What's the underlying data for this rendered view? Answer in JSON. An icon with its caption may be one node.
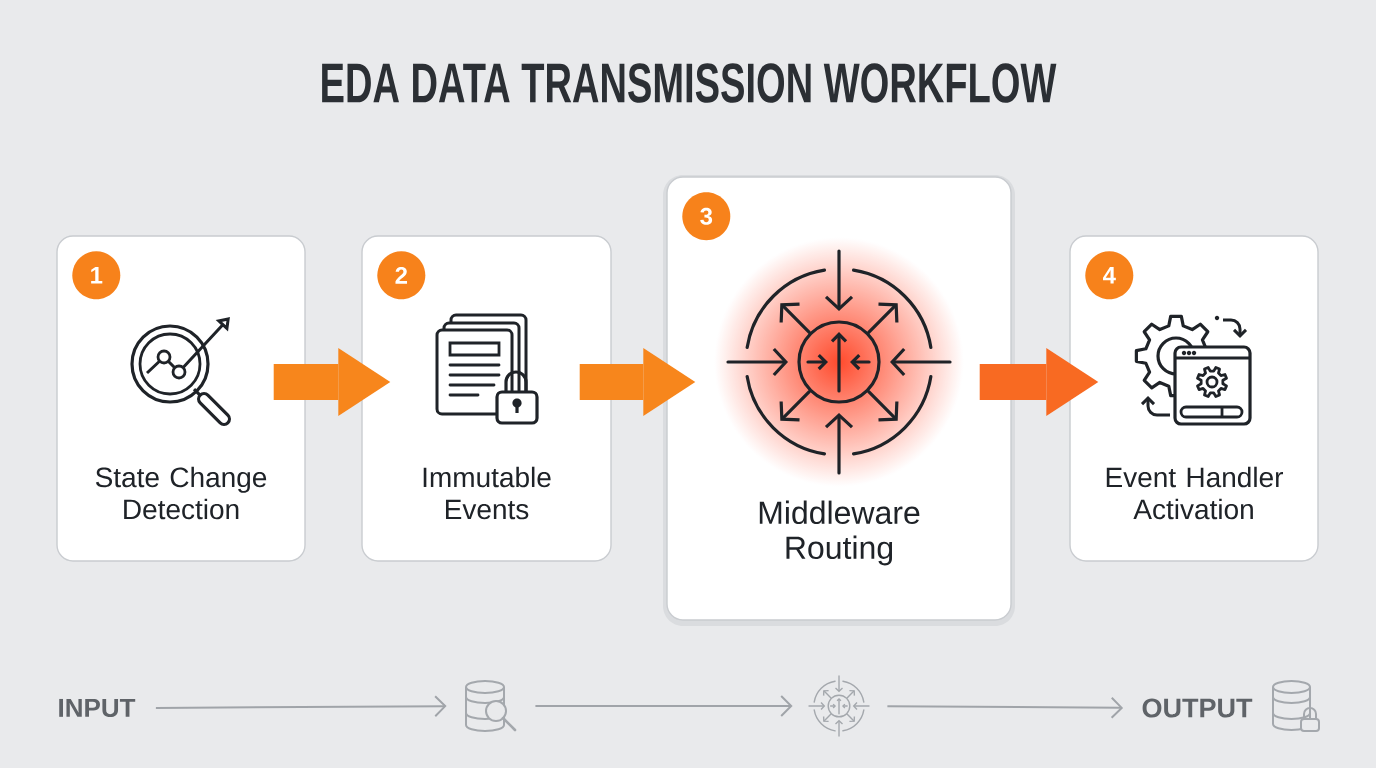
{
  "diagram": {
    "title": "EDA DATA TRANSMISSION WORKFLOW",
    "nodes": [
      {
        "text": [
          "State Change Detection"
        ]
      },
      {
        "text": [
          "1"
        ],
        "in": 0
      },
      {
        "text": [
          "Immutable Events"
        ]
      },
      {
        "text": [
          "2"
        ],
        "in": 2
      },
      {
        "text": [
          "Middleware Routing"
        ]
      },
      {
        "text": [
          "3"
        ],
        "in": 4
      },
      {
        "text": [
          "Event Handler Activation"
        ]
      },
      {
        "text": [
          "4"
        ],
        "in": 6
      },
      {
        "text": [
          "INPUT"
        ]
      },
      {
        "text": [],
        "shape": "picture"
      },
      {
        "text": [],
        "shape": "picture"
      },
      {
        "text": [
          "OUTPUT"
        ]
      },
      {
        "text": [],
        "shape": "picture"
      }
    ],
    "edges": [
      {
        "from": 0,
        "to": 2,
        "arrow": "to",
        "style": "thick",
        "color": "#f7861c"
      },
      {
        "from": 2,
        "to": 4,
        "arrow": "to",
        "style": "thick",
        "color": "#f7861c"
      },
      {
        "from": 4,
        "to": 6,
        "arrow": "to",
        "style": "thick",
        "color": "#f86a22"
      },
      {
        "from": 8,
        "to": 9,
        "arrow": "to"
      },
      {
        "from": 9,
        "to": 10,
        "arrow": "to"
      },
      {
        "from": 10,
        "to": 11,
        "arrow": "to"
      }
    ]
  }
}
